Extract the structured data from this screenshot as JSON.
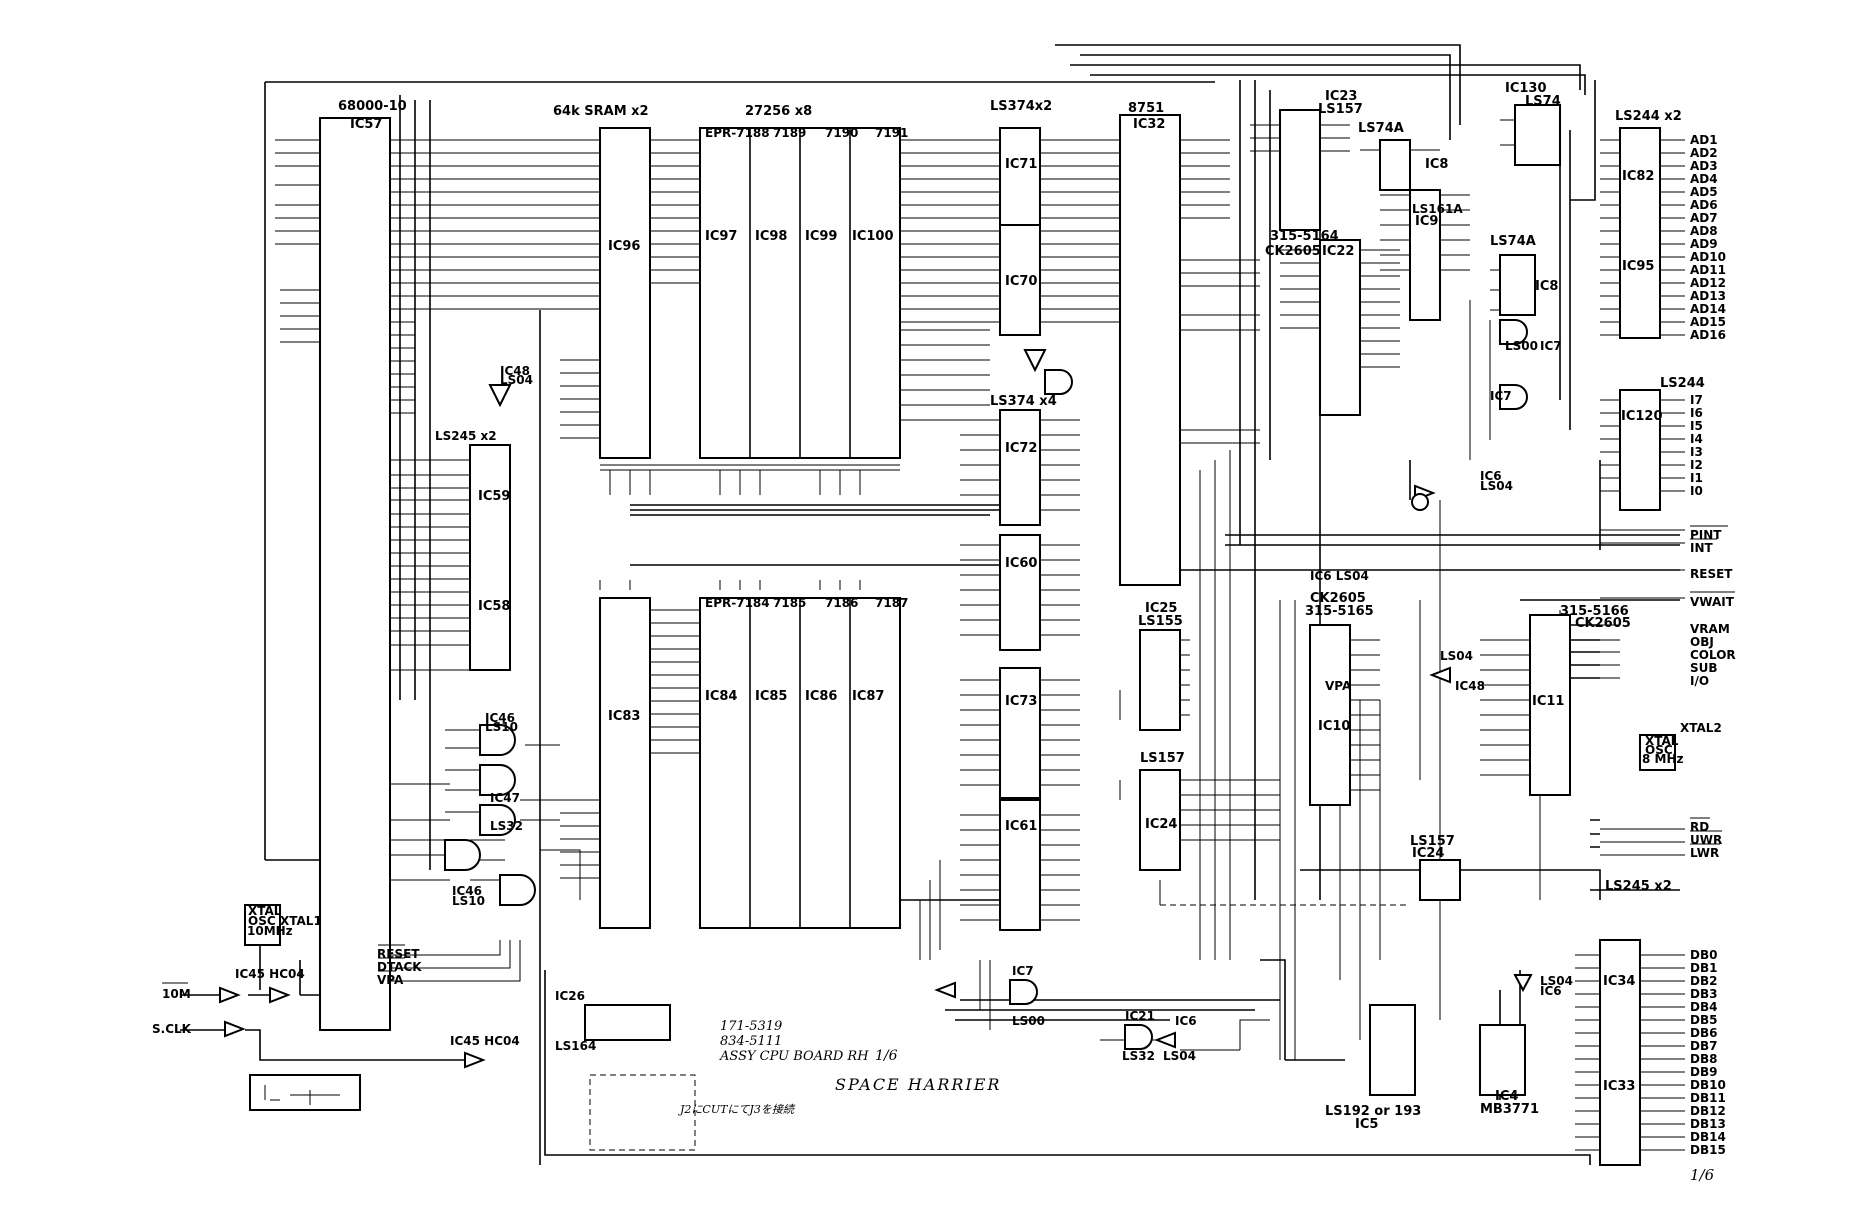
{
  "chips": {
    "cpu_type": "68000-10",
    "cpu": "IC57",
    "sram_title": "64k SRAM x2",
    "eprom_title": "27256 x8",
    "epr_top": [
      "EPR-7188",
      "7189",
      "7190",
      "7191"
    ],
    "epr_bottom": [
      "EPR-7184",
      "7185",
      "7186",
      "7187"
    ],
    "ic96": "IC96",
    "ic83": "IC83",
    "top_roms": [
      "IC97",
      "IC98",
      "IC99",
      "IC100"
    ],
    "bottom_roms": [
      "IC84",
      "IC85",
      "IC86",
      "IC87"
    ],
    "ls374x2": "LS374x2",
    "ls374x4": "LS374 x4",
    "ic71": "IC71",
    "ic70": "IC70",
    "ic72": "IC72",
    "ic60": "IC60",
    "ic73": "IC73",
    "ic61": "IC61",
    "mcu_type": "8751",
    "mcu": "IC32",
    "ic23": "IC23",
    "ls157": "LS157",
    "ls74a_1": "LS74A",
    "ic8": "IC8",
    "ls161a": "LS161A",
    "ic9": "IC9",
    "ic130": "IC130",
    "ls74_130": "LS74",
    "ls74a_2": "LS74A",
    "ic8b": "IC8",
    "ls244x2": "LS244 x2",
    "ic82": "IC82",
    "ic95": "IC95",
    "ls244": "LS244",
    "ic120": "IC120",
    "p315_5164": "315-5164",
    "ck2605_a": "CK2605",
    "ic22": "IC22",
    "ic25": "IC25",
    "ls155": "LS155",
    "ck2605_b": "CK2605",
    "p315_5165": "315-5165",
    "ic10": "IC10",
    "p315_5166": "315-5166",
    "ck2605_c": "CK2605",
    "ic11": "IC11",
    "ic59": "IC59",
    "ic58": "IC58",
    "ls245x2_left": "LS245 x2",
    "ic24": "IC24",
    "ls157_b": "LS157",
    "ls157_c": "LS157",
    "ic24_b": "IC24",
    "ls245x2_right": "LS245 x2",
    "ic34": "IC34",
    "ic33": "IC33",
    "ic26": "IC26",
    "ls164": "LS164",
    "ic5_type": "LS192 or 193",
    "ic5": "IC5",
    "ic4": "IC4",
    "mb3771": "MB3771",
    "xtal1": "XTAL1",
    "xtal1_osc": "XTAL",
    "xtal1_osc2": "OSC",
    "xtal1_freq": "10MHz",
    "xtal2": "XTAL2",
    "xtal2_osc": "XTAL",
    "xtal2_osc2": "OSC",
    "xtal2_freq": "8 MHz",
    "ic45_hc04": "IC45  HC04",
    "ic45_hc04_b": "IC45 HC04",
    "ic46_ls10": "IC46",
    "ls10": "LS10",
    "ic47_ls32": "IC47",
    "ls32": "LS32",
    "ic46_b": "IC46",
    "ls10_b": "LS10",
    "ic48_ls04": "IC48",
    "ls04": "LS04",
    "ic6_ls04": "IC6 LS04",
    "ic7_ls00": "IC7",
    "ls00": "LS00",
    "ic21_ls32": "IC21",
    "ls32_b": "LS32",
    "ic6_ls04_b": "IC6",
    "ls04_b": "LS04",
    "ic48_b": "IC48",
    "ls04_c": "LS04",
    "ls00_b": "LS00",
    "ic7_b": "IC7",
    "ic6_top": "IC6",
    "ls04_top": "LS04",
    "ic7_top": "IC7",
    "ic6_bottom": "IC6",
    "ls04_bottom": "LS04"
  },
  "signals": {
    "ad": [
      "AD1",
      "AD2",
      "AD3",
      "AD4",
      "AD5",
      "AD6",
      "AD7",
      "AD8",
      "AD9",
      "AD10",
      "AD11",
      "AD12",
      "AD13",
      "AD14",
      "AD15",
      "AD16"
    ],
    "inputs": [
      "I7",
      "I6",
      "I5",
      "I4",
      "I3",
      "I2",
      "I1",
      "I0"
    ],
    "control": [
      "PINT",
      "INT",
      "RESET",
      "VWAIT",
      "VRAM",
      "OBJ",
      "COLOR",
      "SUB",
      "I/O"
    ],
    "bus_ctrl": [
      "RD",
      "UWR",
      "LWR"
    ],
    "db": [
      "DB0",
      "DB1",
      "DB2",
      "DB3",
      "DB4",
      "DB5",
      "DB6",
      "DB7",
      "DB8",
      "DB9",
      "DB10",
      "DB11",
      "DB12",
      "DB13",
      "DB14",
      "DB15"
    ],
    "clk_10m": "10M",
    "sclk": "S.CLK",
    "cpu_reset": "RESET",
    "cpu_dtack": "DTACK",
    "cpu_vpa": "VPA",
    "vpa_ic10": "VPA"
  },
  "annotations": {
    "board_no1": "171-5319",
    "board_no2": "834-5111",
    "board_title": "ASSY CPU BOARD RH",
    "sheet": "1/6",
    "game": "SPACE HARRIER",
    "jumper_note": "J2にCUTにてJ3を接続",
    "corner": "1/6"
  }
}
